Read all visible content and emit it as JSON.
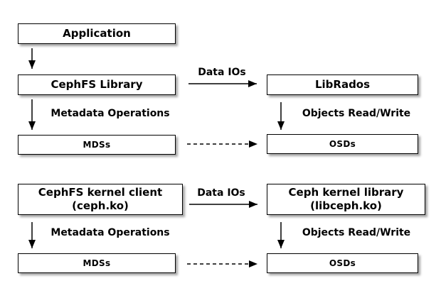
{
  "diagram": {
    "background_color": "#ffffff",
    "box_fill": "#ffffff",
    "box_border_color": "#000000",
    "line_color": "#000000",
    "text_color": "#000000"
  },
  "userspace": {
    "application": "Application",
    "cephfs_library": "CephFS Library",
    "librados": "LibRados",
    "mds": "MDSs",
    "osd": "OSDs",
    "edge_data_ios": "Data IOs",
    "edge_metadata": "Metadata Operations",
    "edge_objects": "Objects Read/Write"
  },
  "kernel": {
    "client_line1": "CephFS kernel client",
    "client_line2": "(ceph.ko)",
    "library_line1": "Ceph kernel library",
    "library_line2": "(libceph.ko)",
    "mds": "MDSs",
    "osd": "OSDs",
    "edge_data_ios": "Data IOs",
    "edge_metadata": "Metadata Operations",
    "edge_objects": "Objects Read/Write"
  }
}
